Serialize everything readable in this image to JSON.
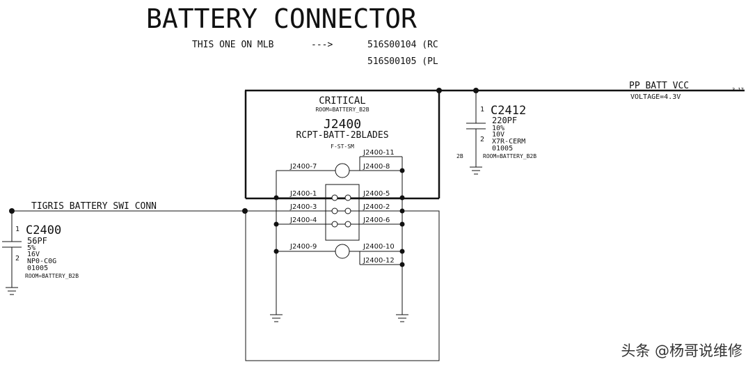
{
  "title": "BATTERY CONNECTOR",
  "subtitle": {
    "left": "THIS ONE ON MLB",
    "arrow": "--->",
    "part1": "516S00104 (RC",
    "part2": "516S00105 (PL"
  },
  "net_vcc": {
    "name": "PP_BATT_VCC",
    "voltage": "VOLTAGE=4.3V",
    "ref": "3 17"
  },
  "net_swi": {
    "name": "TIGRIS_BATTERY_SWI_CONN"
  },
  "connector": {
    "critical": "CRITICAL",
    "room": "ROOM=BATTERY_B2B",
    "ref": "J2400",
    "part": "RCPT-BATT-2BLADES",
    "footprint": "F-ST-SM",
    "pins": {
      "p1": "J2400-1",
      "p2": "J2400-2",
      "p3": "J2400-3",
      "p4": "J2400-4",
      "p5": "J2400-5",
      "p6": "J2400-6",
      "p7": "J2400-7",
      "p8": "J2400-8",
      "p9": "J2400-9",
      "p10": "J2400-10",
      "p11": "J2400-11",
      "p12": "J2400-12"
    }
  },
  "c2412": {
    "ref": "C2412",
    "value": "220PF",
    "tol": "10%",
    "volt": "10V",
    "diel": "X7R-CERM",
    "pkg": "01005",
    "room": "ROOM=BATTERY_B2B",
    "pin1": "1",
    "pin2": "2",
    "grid": "2B"
  },
  "c2400": {
    "ref": "C2400",
    "value": "56PF",
    "tol": "5%",
    "volt": "16V",
    "diel": "NP0-C0G",
    "pkg": "01005",
    "room": "ROOM=BATTERY_B2B",
    "pin1": "1",
    "pin2": "2"
  },
  "watermark": "头条 @杨哥说维修"
}
